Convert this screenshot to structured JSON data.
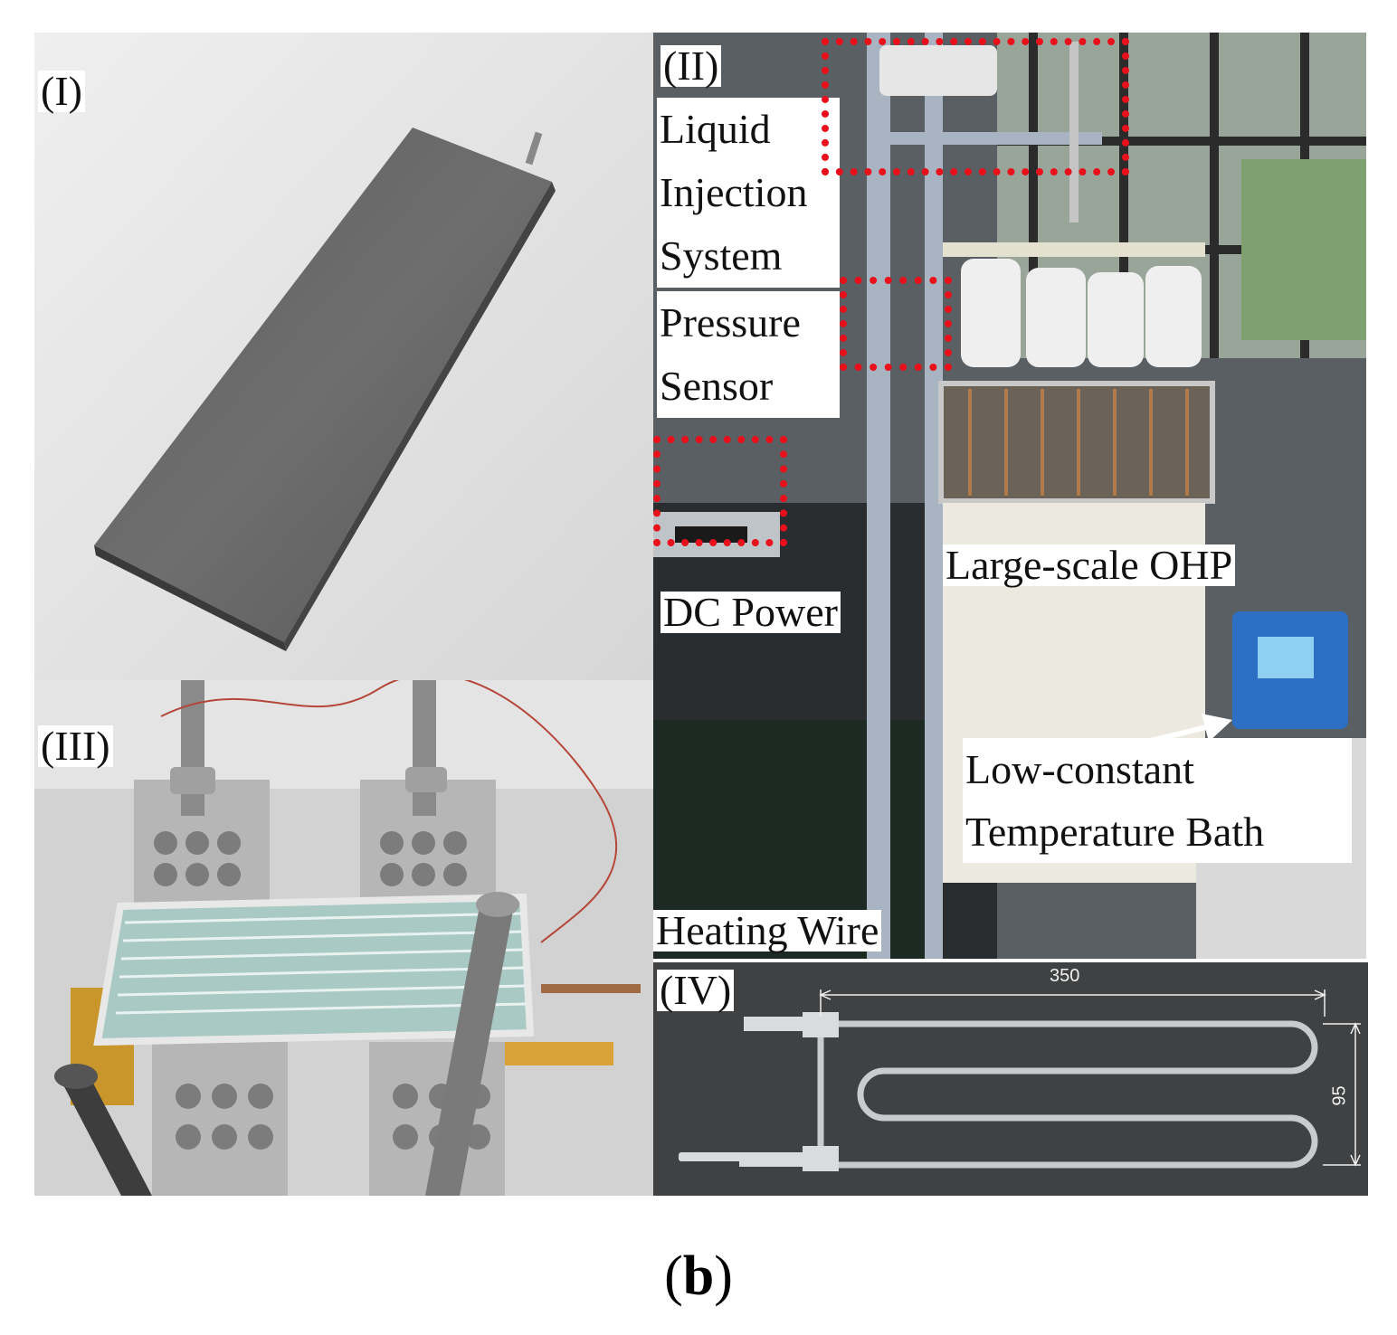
{
  "panels": {
    "p1": {
      "label": "(I)"
    },
    "p2": {
      "label": "(II)",
      "callouts": {
        "liquid_injection": "Liquid Injection System",
        "pressure_sensor": "Pressure Sensor",
        "dc_power": "DC Power",
        "large_scale_ohp": "Large-scale OHP",
        "low_constant_bath": "Low-constant Temperature Bath",
        "heating_wire": "Heating Wire"
      }
    },
    "p3": {
      "label": "(III)"
    },
    "p4": {
      "label": "(IV)",
      "dim_length": "350",
      "dim_width": "95"
    }
  },
  "caption": {
    "open": "(",
    "letter": "b",
    "close": ")"
  },
  "colors": {
    "highlight_box": "#e8101a",
    "arrow": "#ffffff"
  }
}
